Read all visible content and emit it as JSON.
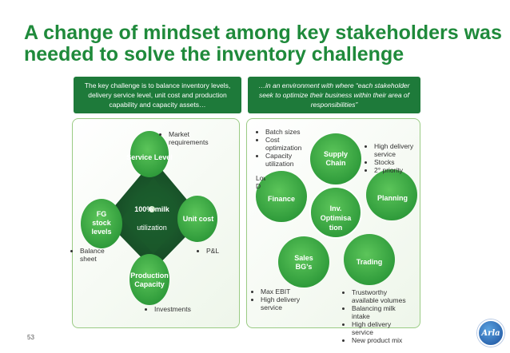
{
  "slide": {
    "title": "A change of mindset among key stakeholders was needed to solve the inventory challenge",
    "page_number": "53",
    "logo_text": "Arla"
  },
  "callouts": {
    "left": "The key challenge is to balance inventory levels, delivery service level, unit cost and production capability and capacity assets…",
    "right": "…in an environment with where “each stakeholder seek to optimize their business within their area of responsibilities”"
  },
  "left_diagram": {
    "center_line1": "100% milk",
    "center_line2": "utilization",
    "nodes": {
      "service_level": "Service Level",
      "unit_cost": "Unit cost",
      "production_capacity": "Production Capacity",
      "fg_stock": "FG stock levels"
    },
    "notes": {
      "market": "Market requirements",
      "pl": "P&L",
      "investments": "Investments",
      "balance": "Balance sheet"
    }
  },
  "right_diagram": {
    "center": "Inv. Optimisa tion",
    "nodes": {
      "supply_chain": "Supply Chain",
      "planning": "Planning",
      "trading": "Trading",
      "sales": "Sales BG’s",
      "finance": "Finance"
    },
    "notes": {
      "supply_chain": [
        "Batch sizes",
        "Cost optimization",
        "Capacity utilization"
      ],
      "planning": [
        "High delivery service",
        "Stocks",
        "2° priority"
      ],
      "finance": [
        "Low D"
      ],
      "sales": [
        "Max EBIT",
        "High delivery service"
      ],
      "trading": [
        "Trustworthy available volumes",
        "Balancing milk intake",
        "High delivery service",
        "New product mix"
      ]
    }
  },
  "colors": {
    "title": "#1f8a3b",
    "callout": "#1e7a3a",
    "diamond": "#1c5c2c",
    "node_green": "#3fae45",
    "circle_green": "#39a843"
  }
}
